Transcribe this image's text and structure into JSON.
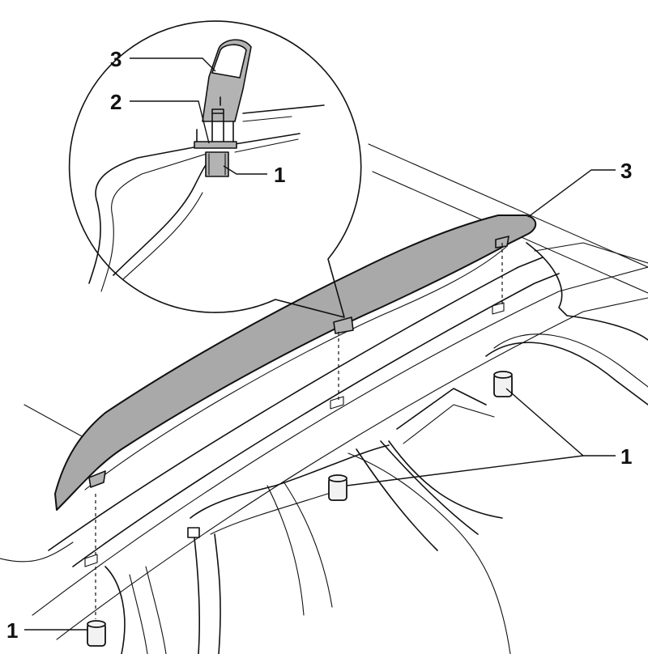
{
  "labels": {
    "rail_nut_inset": "1",
    "washer": "2",
    "roof_rail_inset": "3",
    "roof_rail": "3",
    "nuts_right": "1",
    "nut_bottom_left": "1"
  },
  "colors": {
    "line": "#111111",
    "rail_fill": "#a9a9a9",
    "background": "#ffffff"
  }
}
